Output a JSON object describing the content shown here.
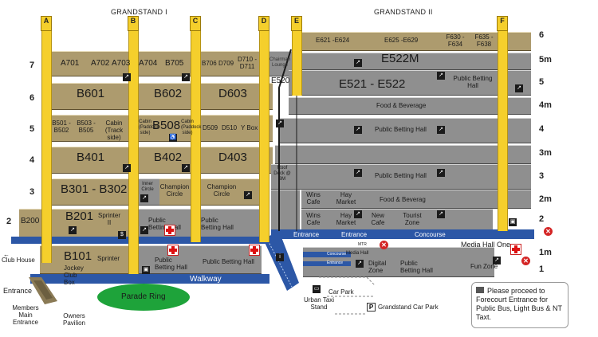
{
  "stands": {
    "gs1": "GRANDSTAND I",
    "gs2": "GRANDSTAND II"
  },
  "lifts": [
    "A",
    "B",
    "C",
    "D",
    "E",
    "F"
  ],
  "floors_left": [
    "7",
    "6",
    "5",
    "4",
    "3",
    "2"
  ],
  "floors_right": [
    "6",
    "5m",
    "5",
    "4m",
    "4",
    "3m",
    "3",
    "2m",
    "2",
    "1m",
    "1"
  ],
  "rooms": {
    "a701": "A701",
    "a702": "A702",
    "a703": "A703",
    "a704": "A704",
    "b705": "B705",
    "b706": "B706",
    "d709": "D709",
    "d710": "D710 - D711",
    "grey7": "Chairman Lounge",
    "e621": "E621 -E624",
    "e625": "E625 -E629",
    "f630": "F630 - F634",
    "f635": "F635 - F638",
    "e522m": "E522M",
    "e520": "E520",
    "e521": "E521 - E522",
    "pbh5": "Public Betting Hall",
    "b601": "B601",
    "b602": "B602",
    "d603": "D603",
    "fb4m": "Food & Beverage",
    "b501": "B501 - B502",
    "b503": "B503 - B505",
    "cabin_track": "Cabin (Track side)",
    "cabin_paddock": "Cabin (Paddock side)",
    "b508": "B508",
    "cabin_small": "Cabin (Paddock side)",
    "d509": "D509",
    "d510": "D510",
    "ybox": "Y Box",
    "pbh4": "Public Betting Hall",
    "b401": "B401",
    "b402": "B402",
    "d403": "D403",
    "pbh3": "Public Betting Hall",
    "b301": "B301 - B302",
    "inner_circle": "Inner Circle",
    "champion1": "Champion Circle",
    "champion2": "Champion Circle",
    "roof_deck": "Roof Deck @ 3M",
    "wins": "Wins Cafe",
    "hay1": "Hay Market",
    "fb2m": "Food & Beverag",
    "b200": "B200",
    "b201": "B201",
    "sprinter2": "Sprinter II",
    "pbh2a": "Public Betting Hall",
    "pbh2b": "Public Betting Hall",
    "wins2": "Wins Cafe",
    "hay2": "Hay Market",
    "new_cafe": "New Cafe",
    "tourist": "Tourist Zone",
    "b101": "B101",
    "jockey": "Jockey Club Box",
    "sprinter": "Sprinter",
    "pbh1a": "Public Betting Hall",
    "pbh1b": "Public Betting Hall",
    "digital": "Digital Zone",
    "pbh1c": "Public Betting Hall",
    "fun": "Fun Zone"
  },
  "labels": {
    "entrance1": "Entrance",
    "entrance2": "Entrance",
    "concourse": "Concourse",
    "media_hall_one": "Media Hall One",
    "walkway": "Walkway",
    "club_house": "Club House",
    "entrance_left": "Entrance",
    "members": "Members Main Entrance",
    "owners": "Owners Pavilion",
    "parade_ring": "Parade Ring",
    "urban_taxi": "Urban Taxi Stand",
    "car_park": "Car Park",
    "grandstand_car_park": "Grandstand Car Park",
    "p_icon": "P",
    "concourse_small": "Concourse",
    "media_small": "Media Hall",
    "mtr": "MTR",
    "note": "Please proceed to Forecourt Entrance for Public Bus, Light Bus & NT Taxt."
  },
  "colors": {
    "tan": "#ad9b6e",
    "grey": "#8f8f8f",
    "lift": "#f5cf2c",
    "concourse": "#2c57a6",
    "parade": "#1ea33a"
  }
}
